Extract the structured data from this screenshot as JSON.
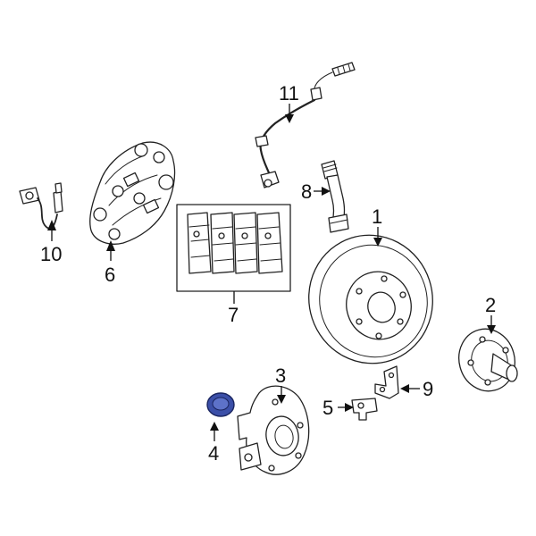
{
  "diagram": {
    "highlight_color": "#3b4fa8",
    "line_color": "#222222",
    "background": "#ffffff",
    "callouts": [
      {
        "id": "1",
        "text": "1"
      },
      {
        "id": "2",
        "text": "2"
      },
      {
        "id": "3",
        "text": "3"
      },
      {
        "id": "4",
        "text": "4"
      },
      {
        "id": "5",
        "text": "5"
      },
      {
        "id": "6",
        "text": "6"
      },
      {
        "id": "7",
        "text": "7"
      },
      {
        "id": "8",
        "text": "8"
      },
      {
        "id": "9",
        "text": "9"
      },
      {
        "id": "10",
        "text": "10"
      },
      {
        "id": "11",
        "text": "11"
      }
    ]
  }
}
